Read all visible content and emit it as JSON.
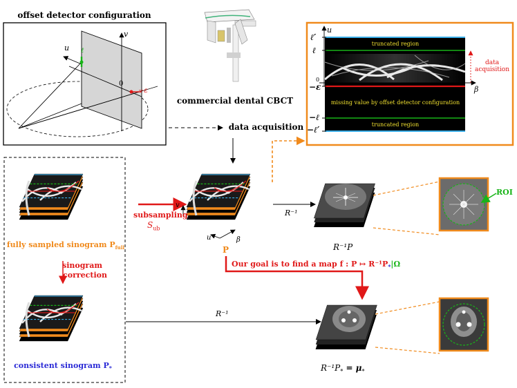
{
  "title_offset": "offset detector configuration",
  "axis_v": "v",
  "axis_u": "u",
  "tick_zero": "0",
  "tick_l": "ℓ",
  "tick_neg_eps": "−ε",
  "label_dental": "commercial dental CBCT",
  "label_data_acq": "data acquisition",
  "sino": {
    "u": "u",
    "beta": "β",
    "ticks": [
      "ℓ′",
      "ℓ",
      "0",
      "−ε",
      "−ℓ",
      "−ℓ′"
    ],
    "truncated_top": "truncated region",
    "missing": "missing value by offset detector configuration",
    "truncated_bottom": "truncated region",
    "data_acq_1": "data",
    "data_acq_2": "acquisition"
  },
  "subsampling_1": "subsampling",
  "subsampling_2": "S",
  "subsampling_sub": "ub",
  "stack_v": "v",
  "stack_u": "u",
  "stack_beta": "β",
  "stack_P": "P",
  "fully_sampled": "fully sampled sinogram P",
  "fully_sub": "full",
  "sino_corr_1": "sinogram",
  "sino_corr_2": "correction",
  "consistent": "consistent sinogram P",
  "consistent_sub": "*",
  "r_inv": "R⁻¹",
  "r_inv_P": "R⁻¹P",
  "r_inv_mid": "R⁻¹",
  "goal": "Our goal is to find a map  f : P ↦ R⁻¹P",
  "goal_star": "*",
  "goal_omega": "|Ω",
  "roi": "ROI",
  "r_inv_eq": "R⁻¹P",
  "r_inv_eq_star": "*",
  "r_inv_eq_rhs": " = μ",
  "colors": {
    "orange": "#f08a1c",
    "red": "#e01818",
    "blue": "#2b2bd6",
    "green": "#18b418",
    "cyan": "#3aaee8"
  }
}
